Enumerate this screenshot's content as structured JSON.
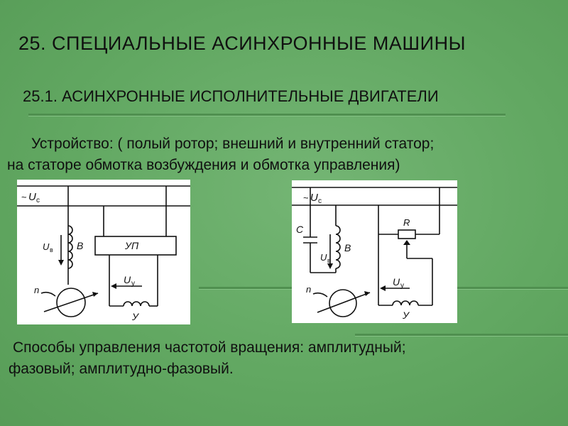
{
  "slide": {
    "title": "25. СПЕЦИАЛЬНЫЕ   АСИНХРОННЫЕ   МАШИНЫ",
    "subtitle": "25.1. АСИНХРОННЫЕ ИСПОЛНИТЕЛЬНЫЕ ДВИГАТЕЛИ",
    "device_line1": "Устройство: ( полый ротор; внешний и внутренний статор;",
    "device_line2": "на статоре обмотка возбуждения и обмотка управления)",
    "methods_line1": "Способы управления частотой вращения: амплитудный;",
    "methods_line2": "фазовый; амплитудно-фазовый."
  },
  "diagram_left": {
    "supply_tilde": "~",
    "supply_symbol": "U",
    "supply_sub": "c",
    "excitation_symbol": "U",
    "excitation_sub": "в",
    "excitation_winding": "В",
    "amplifier": "УП",
    "control_symbol": "U",
    "control_sub": "у",
    "control_winding": "У",
    "speed": "n"
  },
  "diagram_right": {
    "supply_tilde": "~",
    "supply_symbol": "U",
    "supply_sub": "c",
    "capacitor": "C",
    "excitation_symbol": "U",
    "excitation_sub": "в",
    "excitation_winding": "В",
    "resistor": "R",
    "control_symbol": "U",
    "control_sub": "у",
    "control_winding": "У",
    "speed": "n"
  }
}
